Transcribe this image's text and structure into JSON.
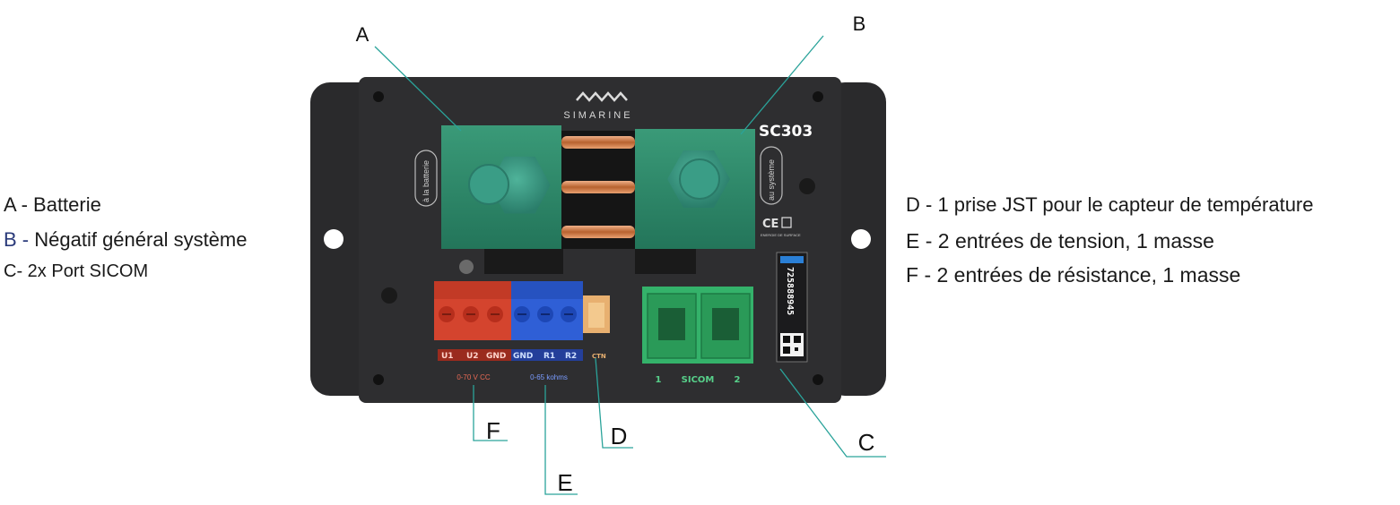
{
  "device": {
    "brand": "SIMARINE",
    "model": "SC303",
    "terminal_in_label": "à la batterie",
    "terminal_out_label": "au système",
    "serial": "725888945",
    "cert_small_text": "ENERGIE DE SURFACE"
  },
  "silkscreen": {
    "u1": "U1",
    "u2": "U2",
    "gnd_red": "GND",
    "gnd_blue": "GND",
    "r1": "R1",
    "r2": "R2",
    "ctn": "CTN",
    "voltage_range": "0-70 V CC",
    "resistance_range": "0-65 kohms",
    "sicom_1": "1",
    "sicom": "SICOM",
    "sicom_2": "2",
    "ce": "CE"
  },
  "callouts": {
    "a": "A",
    "b": "B",
    "c": "C",
    "d": "D",
    "e": "E",
    "f": "F"
  },
  "legend_left": [
    {
      "key": "A -",
      "text": "Batterie"
    },
    {
      "key": "B -",
      "text": "Négatif général système"
    },
    {
      "key": "C-",
      "text": "2x Port SICOM"
    }
  ],
  "legend_right": [
    {
      "key": "D -",
      "text": "1 prise JST pour le capteur de température"
    },
    {
      "key": "E -",
      "text": "2 entrées de tension, 1 masse"
    },
    {
      "key": "F -",
      "text": "2 entrées de résistance, 1 masse"
    }
  ],
  "colors": {
    "enclosure": "#2c2c2e",
    "terminal_block": "#2f8a6a",
    "red_terminal": "#d4442e",
    "blue_terminal": "#2f5fd6",
    "sicom_connector": "#34b26a",
    "leader": "#2aa39a"
  }
}
